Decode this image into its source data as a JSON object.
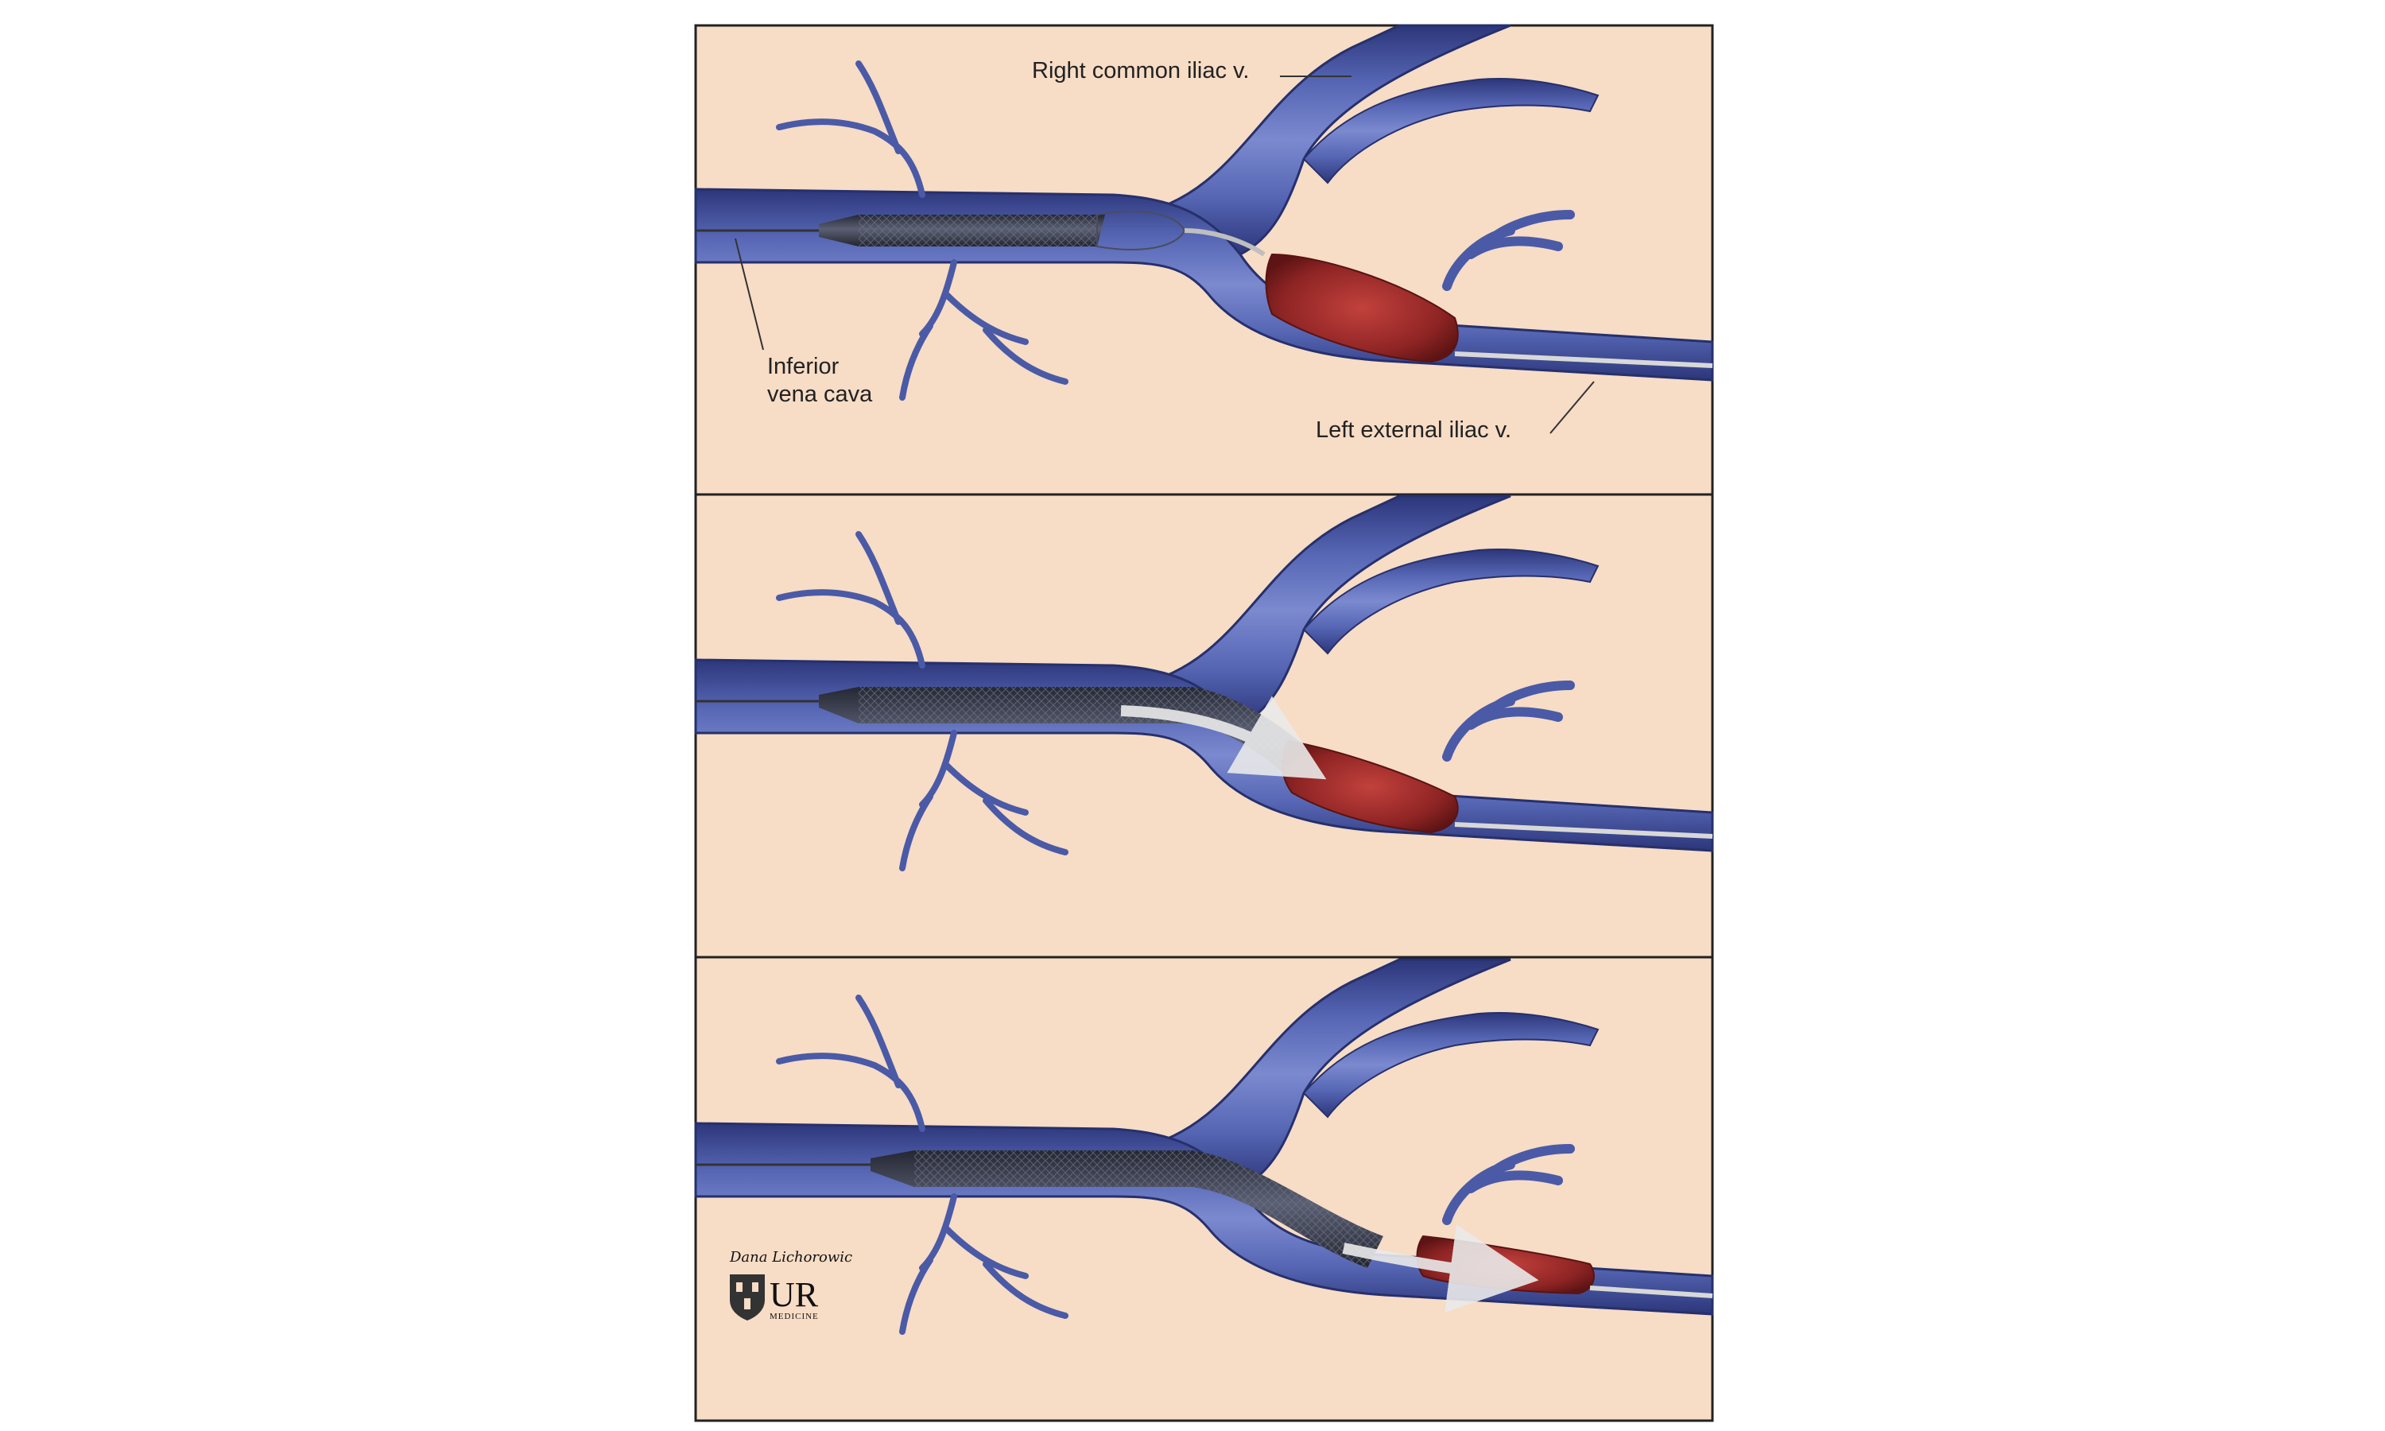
{
  "labels": {
    "right_common_iliac": "Right common iliac v.",
    "inferior_vena_cava_line1": "Inferior",
    "inferior_vena_cava_line2": "vena cava",
    "left_external_iliac": "Left external iliac v."
  },
  "credit": {
    "signature": "Dana Lichorowic",
    "logo_main": "UR",
    "logo_sub": "MEDICINE"
  },
  "colors": {
    "background": "#f7dcc6",
    "vein": "#4a5aa6",
    "vein_dark": "#2c367a",
    "vein_light": "#8c9ad6",
    "clot": "#9a2a2a",
    "catheter": "#3b3f4f",
    "border": "#222222"
  },
  "panels": [
    {
      "name": "step-1",
      "clot_visible": true,
      "arrow_visible": false
    },
    {
      "name": "step-2",
      "clot_visible": true,
      "arrow_visible": true
    },
    {
      "name": "step-3",
      "clot_visible": true,
      "arrow_visible": true
    }
  ],
  "icons": [
    "signature-mark",
    "university-shield-icon"
  ]
}
